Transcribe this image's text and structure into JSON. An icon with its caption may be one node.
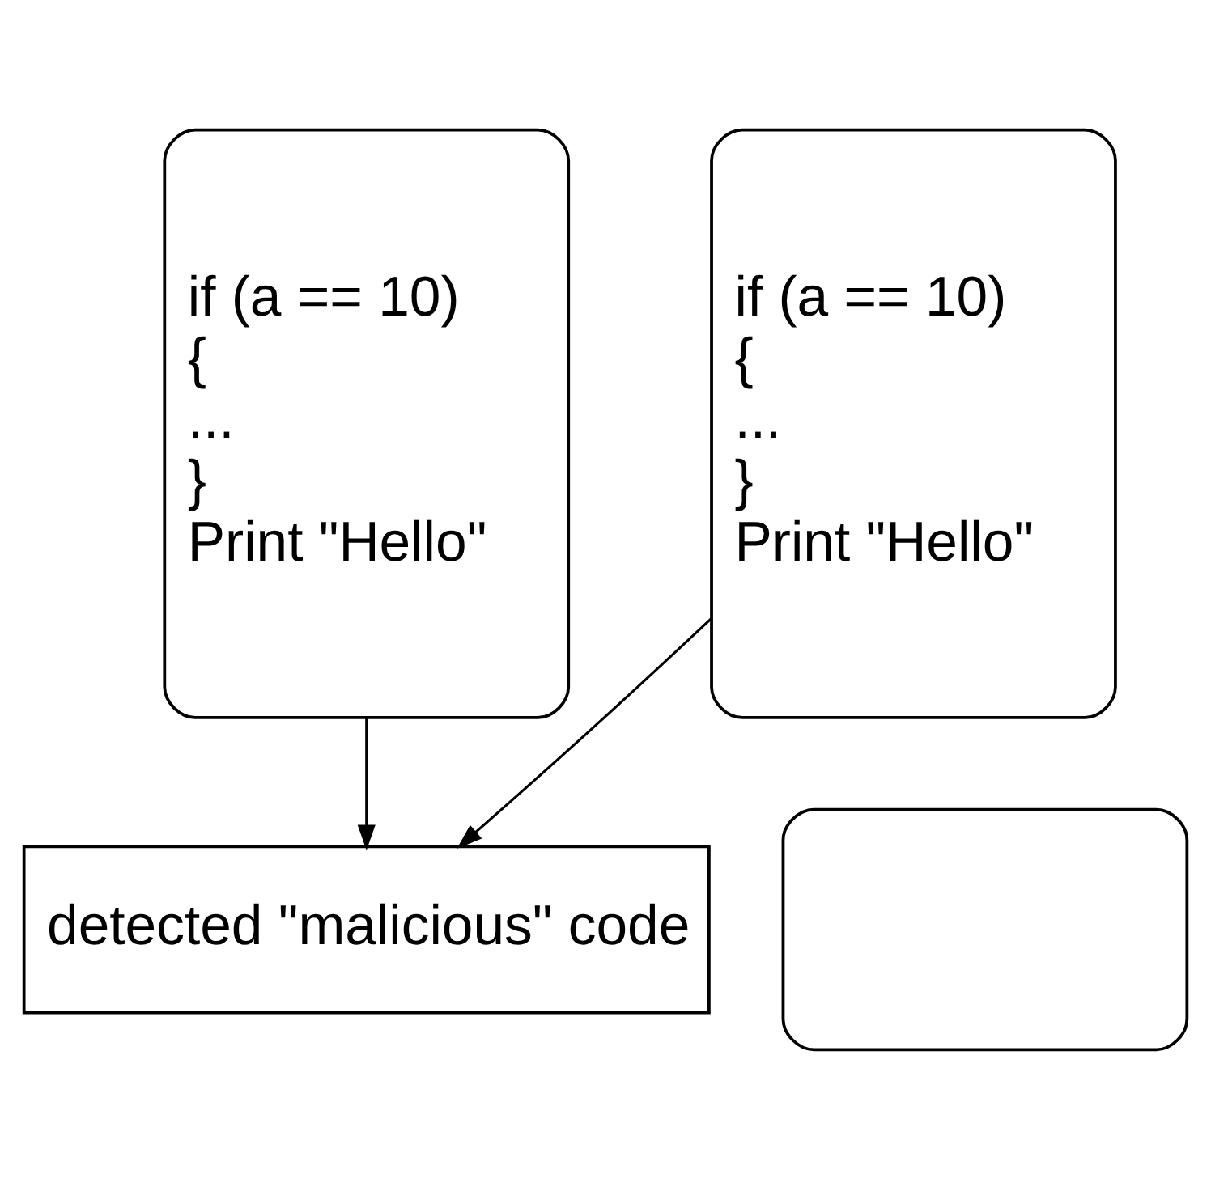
{
  "diagram": {
    "nodes": [
      {
        "text": [
          "if (a == 10)",
          "{",
          "...",
          "}",
          "Print \"Hello\""
        ]
      },
      {
        "text": [
          "if (a == 10)",
          "{",
          "...",
          "}",
          "Print \"Hello\""
        ]
      },
      {
        "text": [
          "detected \"malicious\" code"
        ]
      },
      {
        "text": [],
        "shape": "box"
      }
    ],
    "edges": [
      {
        "from": 0,
        "to": 2,
        "arrow": "to"
      },
      {
        "from": 1,
        "to": 2,
        "arrow": "to"
      }
    ]
  }
}
